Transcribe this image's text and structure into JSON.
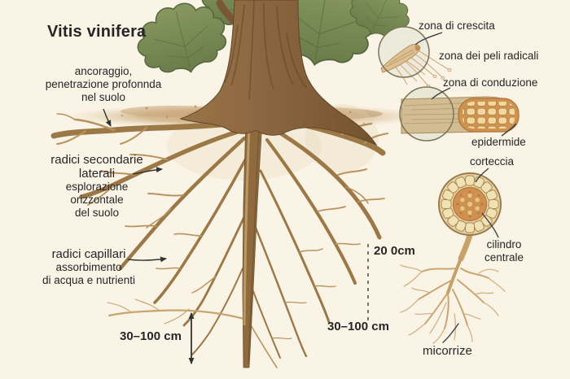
{
  "title": "Vitis vinifera",
  "annotations": {
    "anchor": {
      "lines": [
        "ancoraggio,",
        "penetrazione profonnda",
        "nel suolo"
      ]
    },
    "secondary": {
      "title_lines": [
        "radici secondarie",
        "laterali"
      ],
      "desc_lines": [
        "esplorazione",
        "orizzontale",
        "del suolo"
      ]
    },
    "capillary": {
      "title": "radici capillari",
      "desc_lines": [
        "assorbimento",
        "di acqua e nutrienti"
      ]
    },
    "measure_left": "30–100 cm",
    "measure_mid_top": "20 0cm",
    "measure_mid_bottom": "30–100 cm"
  },
  "insets": {
    "growth_zone_label": "zona di crescita",
    "root_hairs_label": "zona dei peli radicali",
    "conduction_zone_label": "zona di conduzione",
    "epidermis_label": "epidermide",
    "cortex_label": "corteccia",
    "central_cylinder_lines": [
      "cilindro",
      "centrale"
    ],
    "mycorrhizae_label": "micorrize"
  },
  "colors": {
    "background": "#faf4e7",
    "text": "#262626",
    "root": "#9c7847",
    "root_fine": "#c7a571",
    "trunk": "#8a6540",
    "leaf_green": "#7c8e5c",
    "soil": "#cfae82",
    "cell_fill": "#f0d89e",
    "epidermis_rim": "#cf9350",
    "stele": "#d09050"
  }
}
